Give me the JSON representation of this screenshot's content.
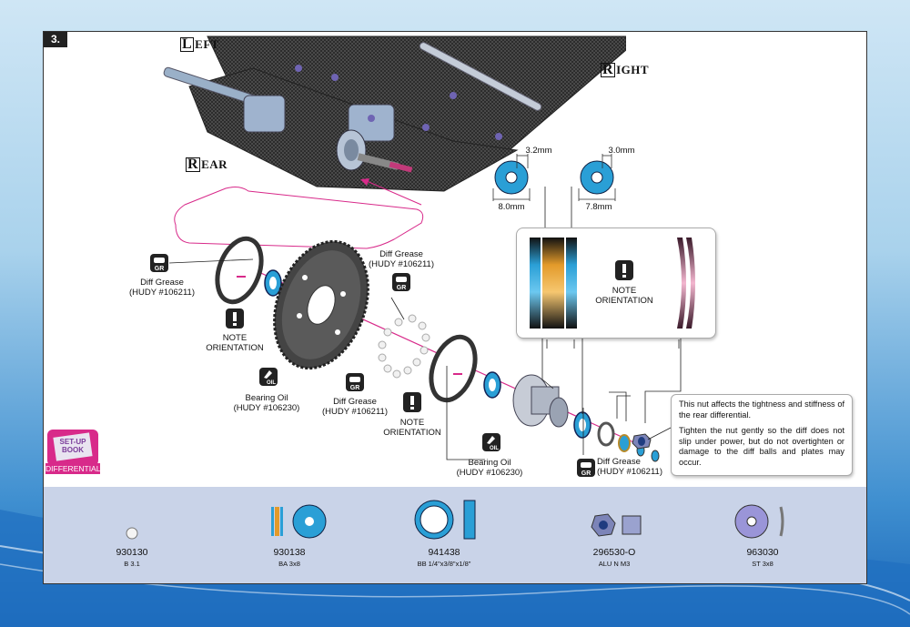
{
  "step": "3.",
  "sides": {
    "left_cap": "L",
    "left_rest": "EFT",
    "right_cap": "R",
    "right_rest": "IGHT",
    "rear_cap": "R",
    "rear_rest": "EAR"
  },
  "dims": {
    "shim1_thickness": "3.2mm",
    "shim1_diameter": "8.0mm",
    "shim2_thickness": "3.0mm",
    "shim2_diameter": "7.8mm"
  },
  "labels": {
    "diff_grease_left_1": "Diff Grease",
    "diff_grease_left_2": "(HUDY #106211)",
    "diff_grease_top_1": "Diff Grease",
    "diff_grease_top_2": "(HUDY #106211)",
    "diff_grease_mid_1": "Diff Grease",
    "diff_grease_mid_2": "(HUDY #106211)",
    "diff_grease_right_1": "Diff Grease",
    "diff_grease_right_2": "(HUDY #106211)",
    "bearing_oil_left_1": "Bearing Oil",
    "bearing_oil_left_2": "(HUDY #106230)",
    "bearing_oil_right_1": "Bearing Oil",
    "bearing_oil_right_2": "(HUDY #106230)",
    "note_1a": "NOTE",
    "note_1b": "ORIENTATION",
    "note_2a": "NOTE",
    "note_2b": "ORIENTATION",
    "note_3a": "NOTE",
    "note_3b": "ORIENTATION",
    "gr_icon": "GR",
    "oil_icon": "OIL"
  },
  "note_text": {
    "p1": "This nut affects the tightness and stiffness of the rear differential.",
    "p2": "Tighten the nut gently so the diff does not slip under power, but do not overtighten or damage to the diff balls and plates may occur."
  },
  "badge": {
    "book_line1": "SET-UP",
    "book_line2": "BOOK",
    "label": "DIFFERENTIAL"
  },
  "parts": [
    {
      "number": "930130",
      "desc": "B 3.1"
    },
    {
      "number": "930138",
      "desc": "BA 3x8"
    },
    {
      "number": "941438",
      "desc": "BB 1/4\"x3/8\"x1/8\""
    },
    {
      "number": "296530-O",
      "desc": "ALU N M3"
    },
    {
      "number": "963030",
      "desc": "ST 3x8"
    }
  ],
  "colors": {
    "accent_magenta": "#d82a8a",
    "part_blue": "#2a9fd6",
    "carbon": "#3a3a3a",
    "parts_bg": "#c9d3e8"
  }
}
